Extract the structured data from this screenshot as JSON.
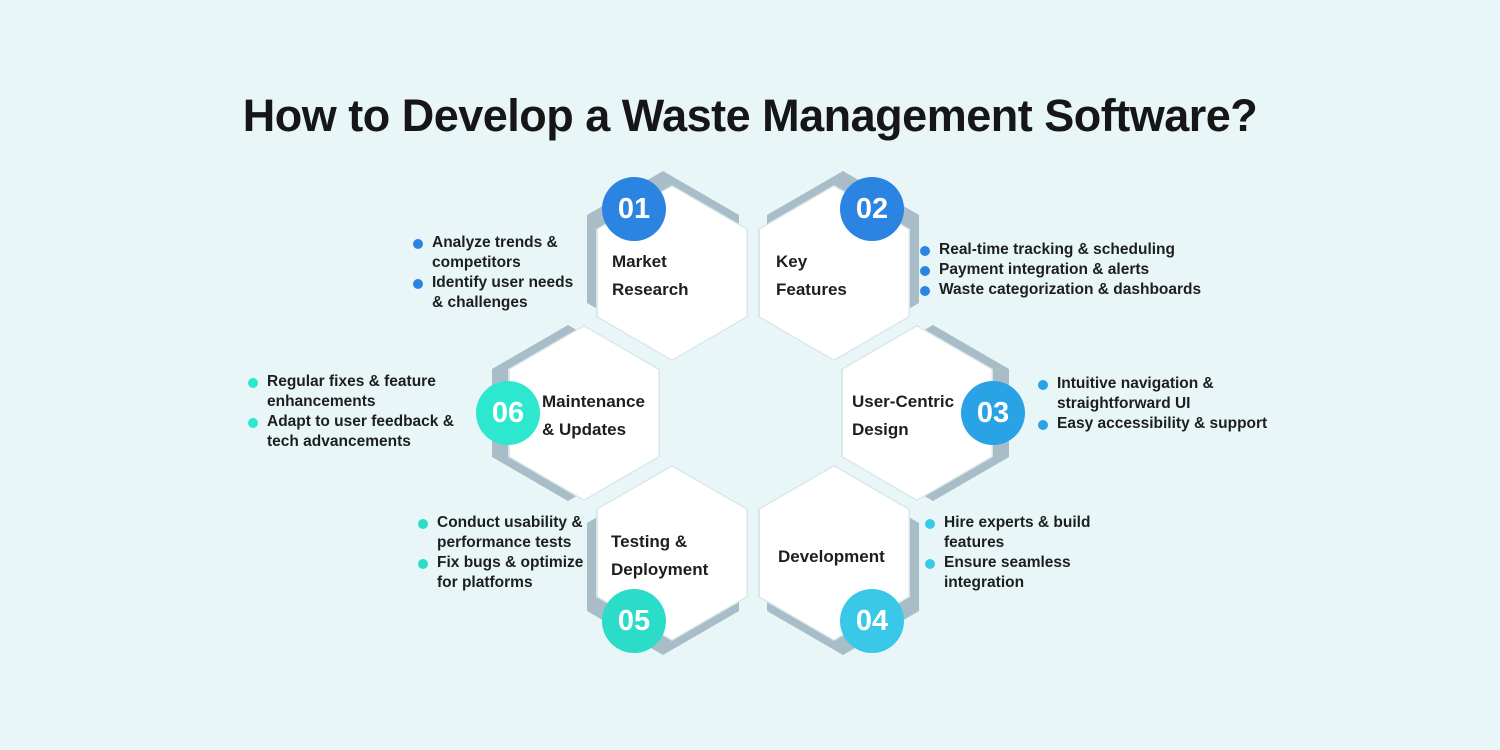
{
  "title": "How to Develop a Waste Management Software?",
  "colors": {
    "background": "#e8f6f8",
    "hexagon_fill": "#ffffff",
    "hexagon_border": "#d9e6ea",
    "hexagon_accent_gray": "#a8bdc7",
    "text": "#1e1e20",
    "blue": "#2b83e2",
    "light_blue": "#2aa2e6",
    "teal": "#2de8ce",
    "teal_dark": "#2bdcc8",
    "cyan": "#39c8e8"
  },
  "steps": [
    {
      "number": "01",
      "label": "Market\nResearch",
      "color": "#2b83e2",
      "bullets": [
        "Analyze trends &\ncompetitors",
        "Identify user needs\n& challenges"
      ]
    },
    {
      "number": "02",
      "label": "Key\nFeatures",
      "color": "#2b83e2",
      "bullets": [
        "Real-time tracking & scheduling",
        "Payment integration & alerts",
        "Waste categorization & dashboards"
      ]
    },
    {
      "number": "03",
      "label": "User-Centric\nDesign",
      "color": "#2aa2e6",
      "bullets": [
        "Intuitive navigation &\nstraightforward UI",
        "Easy accessibility & support"
      ]
    },
    {
      "number": "04",
      "label": "Development",
      "color": "#39c8e8",
      "bullets": [
        "Hire experts & build\nfeatures",
        "Ensure seamless\nintegration"
      ]
    },
    {
      "number": "05",
      "label": "Testing &\nDeployment",
      "color": "#2bdcc8",
      "bullets": [
        "Conduct usability &\nperformance tests",
        "Fix bugs & optimize\nfor platforms"
      ]
    },
    {
      "number": "06",
      "label": "Maintenance\n& Updates",
      "color": "#2de8ce",
      "bullets": [
        "Regular fixes & feature\nenhancements",
        "Adapt to user feedback &\ntech advancements"
      ]
    }
  ]
}
